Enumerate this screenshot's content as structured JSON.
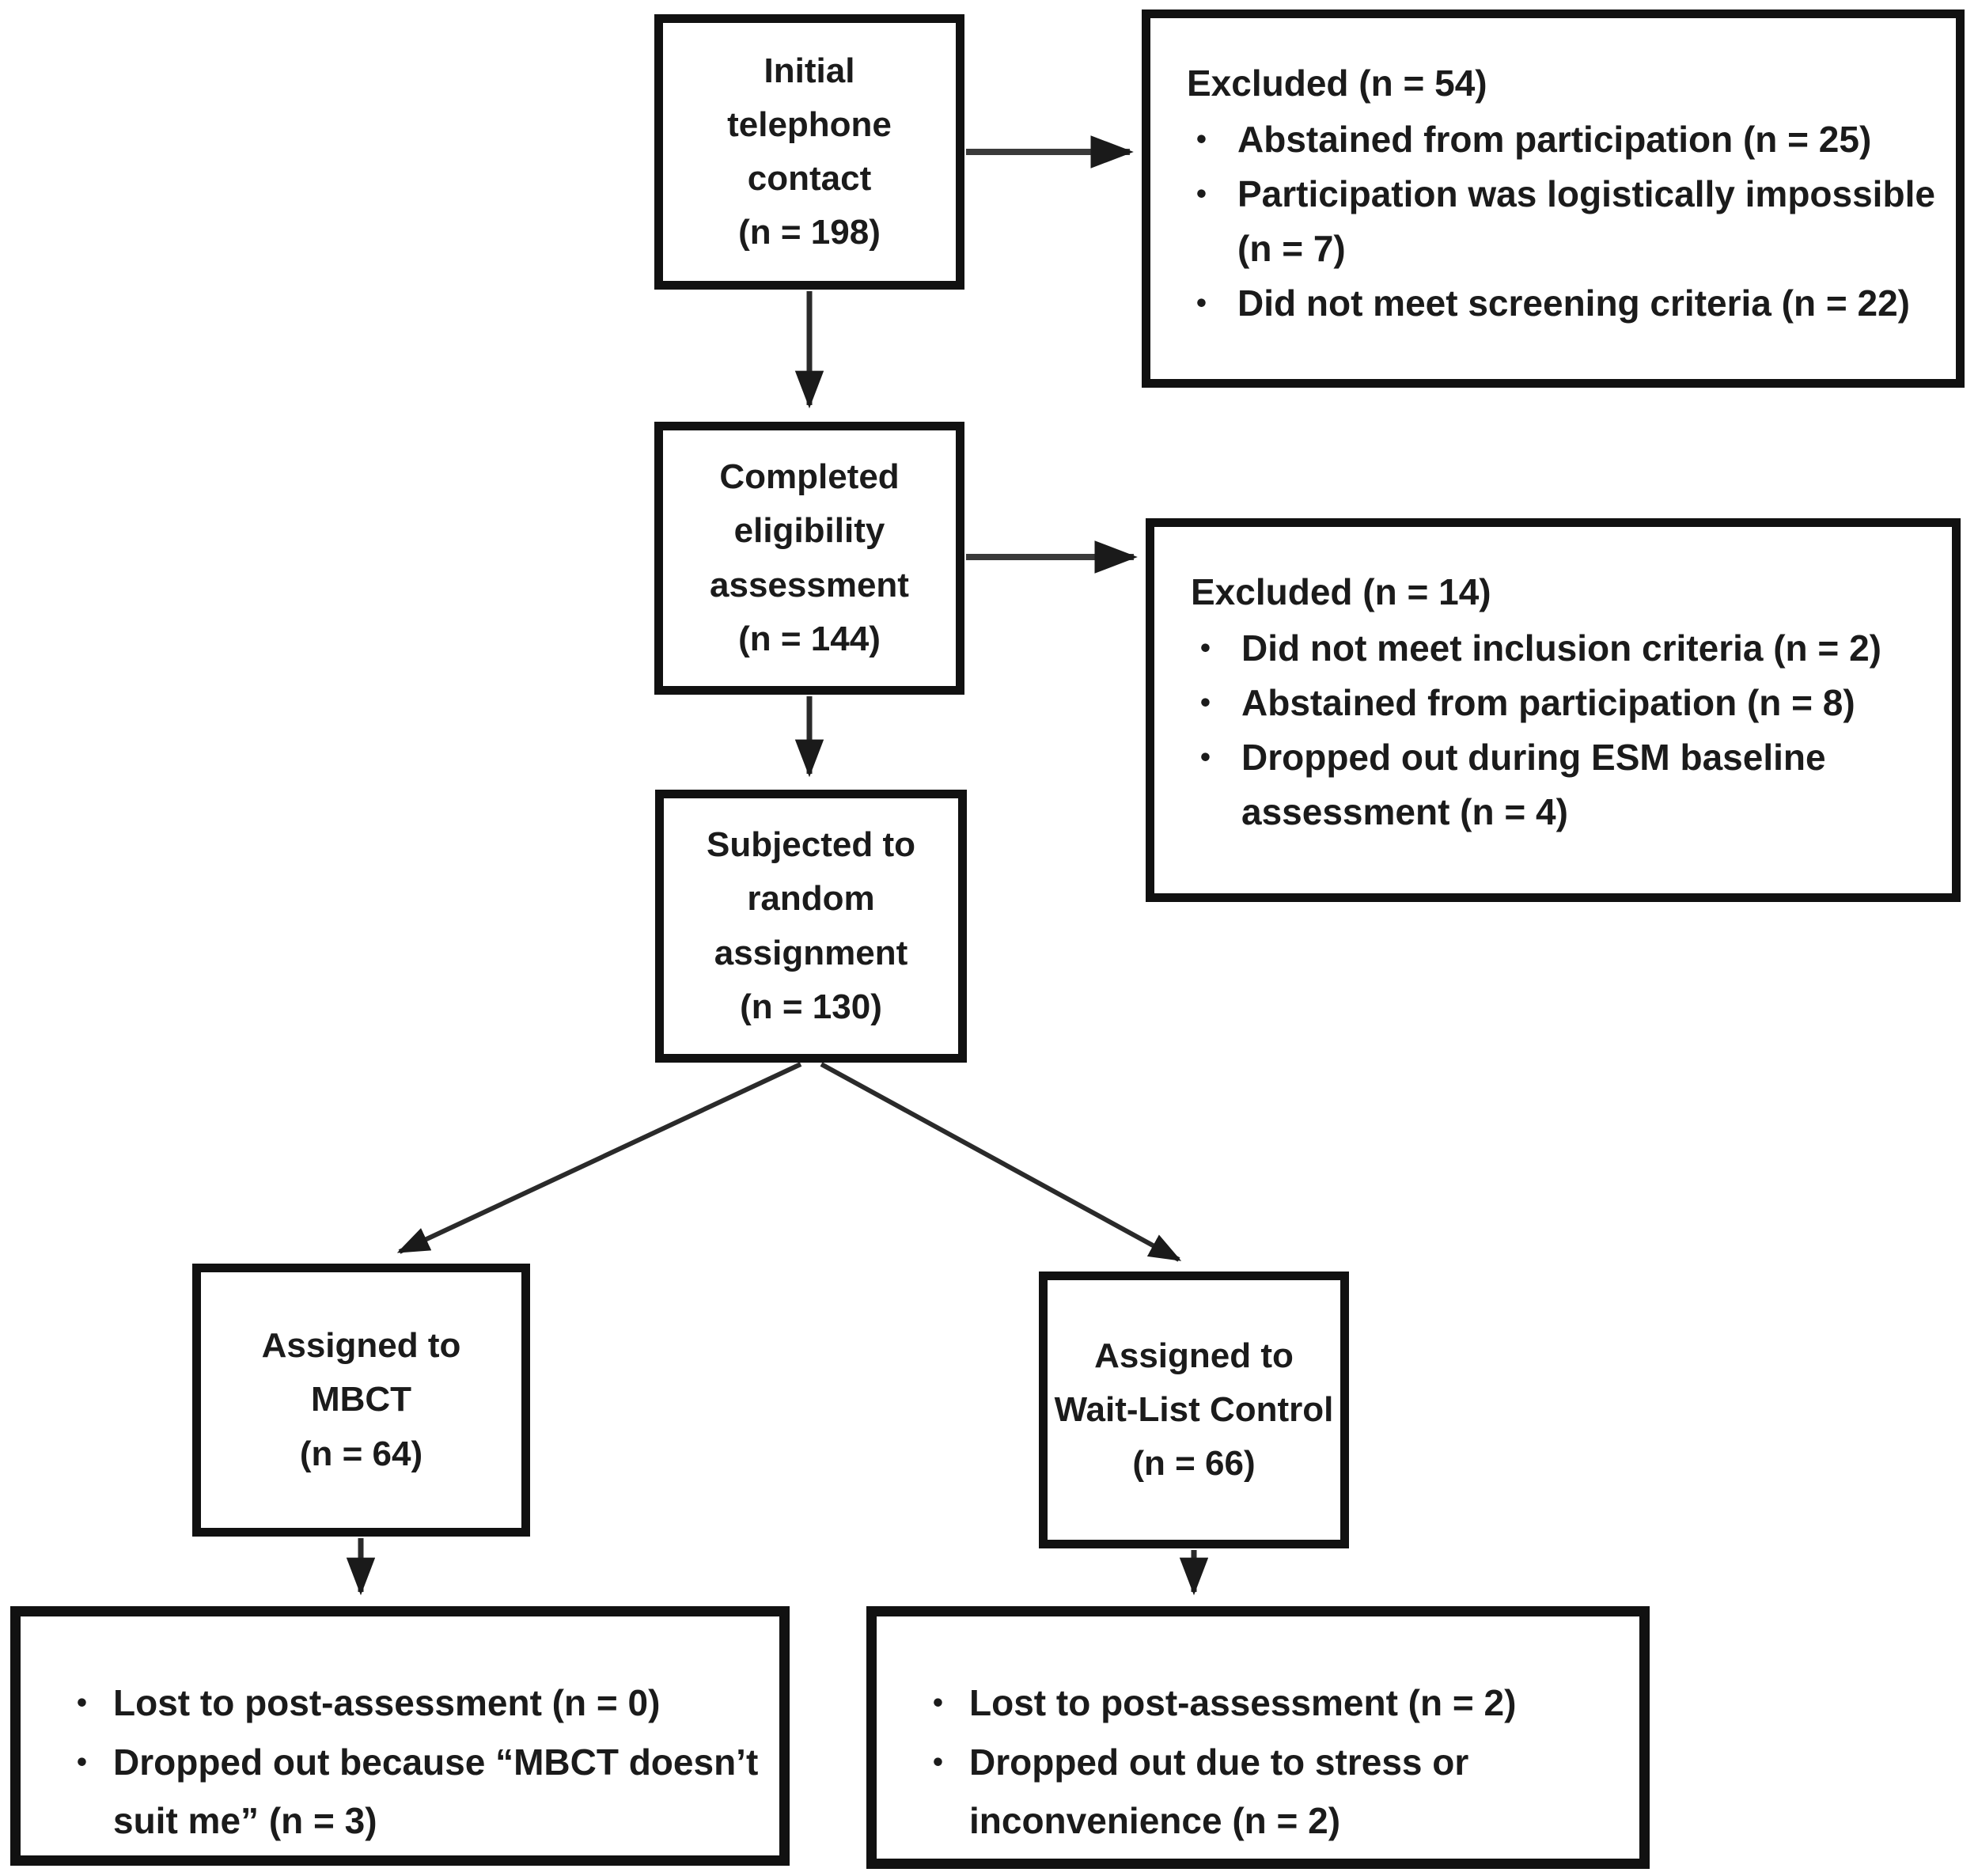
{
  "ui": {
    "bullet_char": "•"
  },
  "colors": {
    "background": "#ffffff",
    "box_border": "#111111",
    "connector": "#333333",
    "text": "#1b1b1b"
  },
  "boxes": {
    "initial_contact": {
      "text": "Initial\ntelephone\ncontact\n(n = 198)"
    },
    "excluded_screening": {
      "title": "Excluded (n = 54)",
      "bullets": [
        "Abstained from participation (n = 25)",
        "Participation was logistically impossible (n = 7)",
        "Did not meet screening criteria (n = 22)"
      ]
    },
    "eligibility": {
      "text": "Completed\neligibility\nassessment\n(n = 144)"
    },
    "excluded_eligibility": {
      "title": "Excluded (n = 14)",
      "bullets": [
        "Did not meet inclusion criteria (n = 2)",
        "Abstained from participation (n = 8)",
        "Dropped out during ESM baseline assessment (n = 4)"
      ]
    },
    "random_assignment": {
      "text": "Subjected to\nrandom\nassignment\n(n = 130)"
    },
    "assigned_mbct": {
      "text": "Assigned to\nMBCT\n(n = 64)"
    },
    "assigned_waitlist": {
      "text": "Assigned to\nWait-List Control\n(n = 66)"
    },
    "mbct_dropout": {
      "bullets": [
        "Lost to post-assessment (n = 0)",
        "Dropped out because “MBCT doesn’t suit me” (n = 3)"
      ]
    },
    "waitlist_dropout": {
      "bullets": [
        "Lost to post-assessment (n = 2)",
        "Dropped out due to stress or inconvenience (n = 2)"
      ]
    }
  }
}
